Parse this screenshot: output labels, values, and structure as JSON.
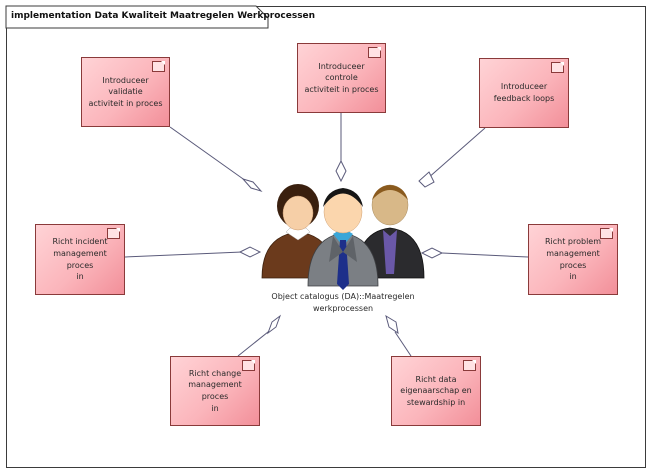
{
  "diagram": {
    "title": "implementation Data Kwaliteit Maatregelen Werkprocessen",
    "central_actor": "Object catalogus (DA)::Maatregelen\nwerkprocessen",
    "notes": {
      "validatie": "Introduceer validatie\nactiviteit in proces",
      "controle": "Introduceer controle\nactiviteit in proces",
      "feedback": "Introduceer\nfeedback loops",
      "incident": "Richt incident\nmanagement proces\nin",
      "problem": "Richt problem\nmanagement proces\nin",
      "change": "Richt change\nmanagement proces\nin",
      "eigenaarschap": "Richt data\neigenaarschap en\nstewardship in"
    },
    "colors": {
      "note_fill": "#fbb5bb",
      "note_border": "#8a3a3a",
      "connector": "#5a5a7a",
      "frame": "#3b3b3b"
    },
    "icons": [
      "note-fold-icon",
      "actor-group-icon",
      "diamond-aggregation-icon"
    ]
  }
}
